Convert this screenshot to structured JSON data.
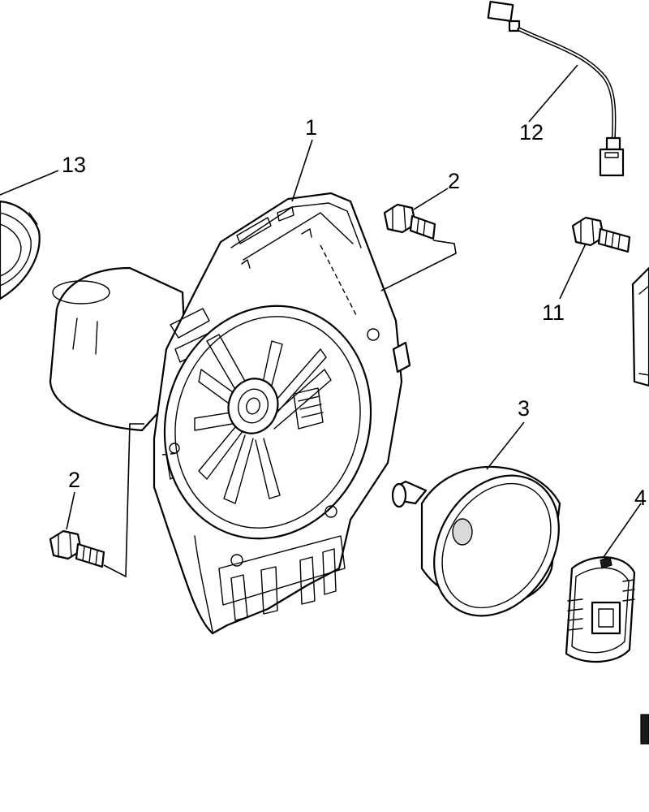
{
  "callouts": {
    "housing": "1",
    "screw_upper": "2",
    "screw_lower": "2",
    "fan": "3",
    "clutch": "4",
    "screw_right": "11",
    "wire": "12",
    "cover": "13"
  },
  "colors": {
    "line": "#000000",
    "background": "#ffffff",
    "shade": "#d9d9d9"
  }
}
